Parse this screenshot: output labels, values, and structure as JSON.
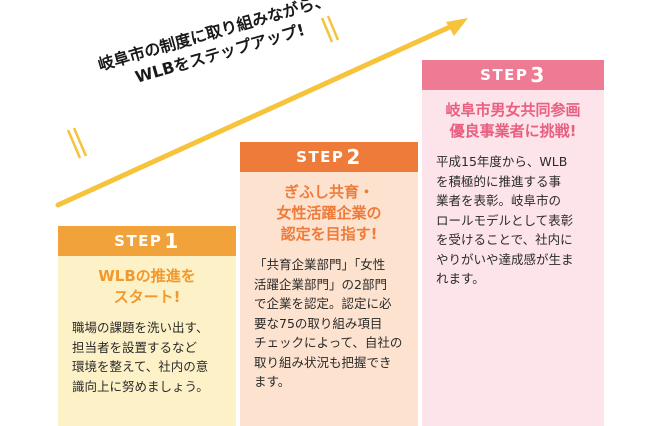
{
  "slogan": {
    "line1": "岐阜市の制度に取り組みながら、",
    "line2": "WLBをステップアップ!"
  },
  "colors": {
    "arrow": "#f6c33b",
    "step1": "#f2a23a",
    "step2": "#ef7b3a",
    "step3": "#ef7a93"
  },
  "steps": [
    {
      "label": "STEP",
      "number": "1",
      "title_lines": [
        "WLBの推進を",
        "スタート!"
      ],
      "desc_lines": [
        "職場の課題を洗い出す、",
        "担当者を設置するなど",
        "環境を整えて、社内の意",
        "識向上に努めましょう。"
      ]
    },
    {
      "label": "STEP",
      "number": "2",
      "title_lines": [
        "ぎふし共育・",
        "女性活躍企業の",
        "認定を目指す!"
      ],
      "desc_lines": [
        "「共育企業部門」「女性",
        "活躍企業部門」の2部門",
        "で企業を認定。認定に必",
        "要な75の取り組み項目",
        "チェックによって、自社の",
        "取り組み状況も把握でき",
        "ます。"
      ]
    },
    {
      "label": "STEP",
      "number": "3",
      "title_lines": [
        "岐阜市男女共同参画",
        "優良事業者に挑戦!"
      ],
      "desc_lines": [
        "平成15年度から、WLB",
        "を積極的に推進する事",
        "業者を表彰。岐阜市の",
        "ロールモデルとして表彰",
        "を受けることで、社内に",
        "やりがいや達成感が生ま",
        "れます。"
      ]
    }
  ]
}
